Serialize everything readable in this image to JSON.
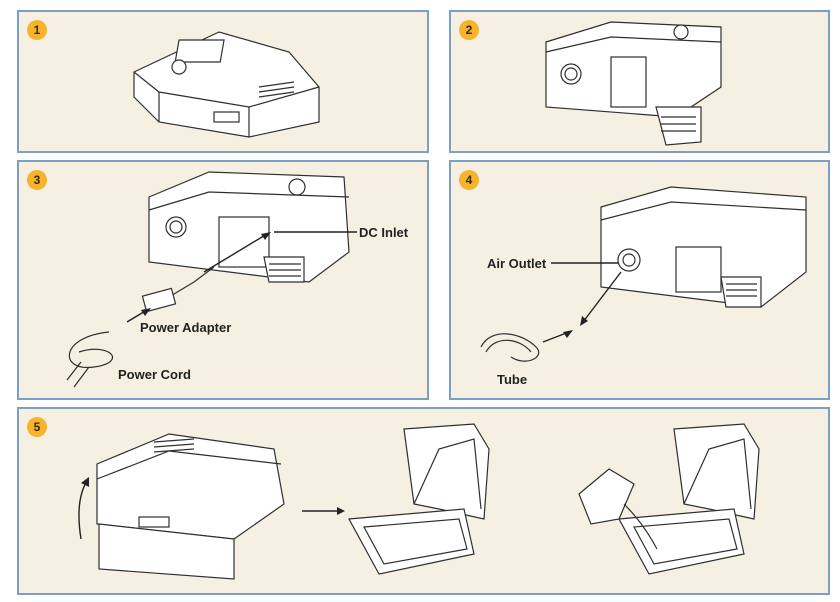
{
  "steps": [
    "1",
    "2",
    "3",
    "4",
    "5"
  ],
  "labels": {
    "dc_inlet": "DC Inlet",
    "power_adapter": "Power Adapter",
    "power_cord": "Power Cord",
    "air_outlet": "Air Outlet",
    "tube": "Tube"
  },
  "colors": {
    "panel_bg": "#f6f0e3",
    "panel_border": "#7d9fc6",
    "step_badge": "#f6b42d"
  }
}
